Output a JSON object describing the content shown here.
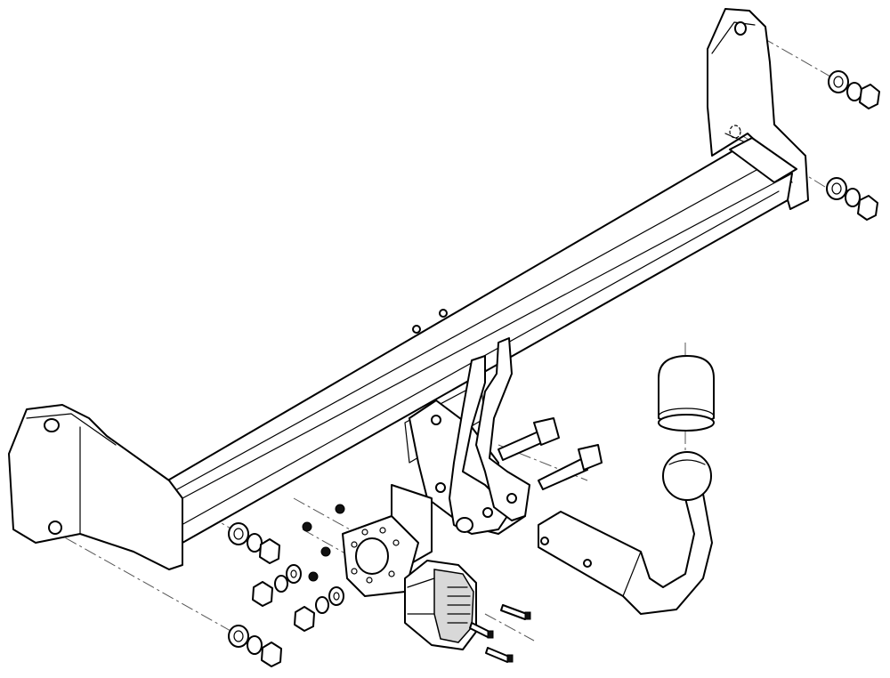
{
  "diagram": {
    "title": "",
    "parts": [
      "crossbar",
      "left-mounting-bracket",
      "right-mounting-bracket",
      "tow-ball-neck",
      "ball-cap",
      "socket-plate",
      "electrical-socket",
      "mounting-bolts",
      "nuts-and-washers"
    ]
  }
}
